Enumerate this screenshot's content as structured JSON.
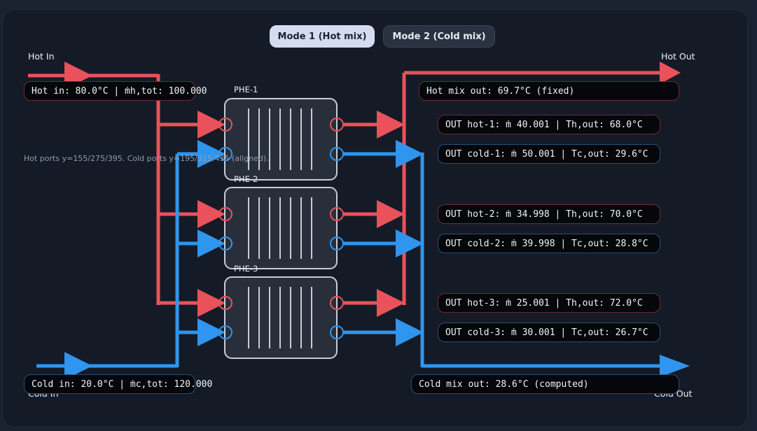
{
  "modes": {
    "mode1": "Mode 1 (Hot mix)",
    "mode2": "Mode 2 (Cold mix)",
    "active": "mode1"
  },
  "labels": {
    "hot_in": "Hot In",
    "hot_out": "Hot Out",
    "cold_in": "Cold In",
    "cold_out": "Cold Out"
  },
  "inputs": {
    "hot": "Hot in: 80.0°C | ṁh,tot: 100.000",
    "cold": "Cold in: 20.0°C | ṁc,tot: 120.000"
  },
  "outputs": {
    "hot_mix": "Hot mix out: 69.7°C (fixed)",
    "cold_mix": "Cold mix out: 28.6°C (computed)"
  },
  "exchangers": [
    {
      "name": "PHE-1",
      "hot_out": "OUT hot-1: ṁ 40.001 | Th,out: 68.0°C",
      "cold_out": "OUT cold-1: ṁ 50.001 | Tc,out: 29.6°C"
    },
    {
      "name": "PHE-2",
      "hot_out": "OUT hot-2: ṁ 34.998 | Th,out: 70.0°C",
      "cold_out": "OUT cold-2: ṁ 39.998 | Tc,out: 28.8°C"
    },
    {
      "name": "PHE-3",
      "hot_out": "OUT hot-3: ṁ 25.001 | Th,out: 72.0°C",
      "cold_out": "OUT cold-3: ṁ 30.001 | Tc,out: 26.7°C"
    }
  ],
  "note": "Hot ports y=155/275/395. Cold ports y=195/315/435 (aligned).",
  "colors": {
    "hot": "#e9525a",
    "cold": "#2f95ee",
    "plate_border": "#c7cdd6",
    "plate_fill": "#2c333f"
  }
}
